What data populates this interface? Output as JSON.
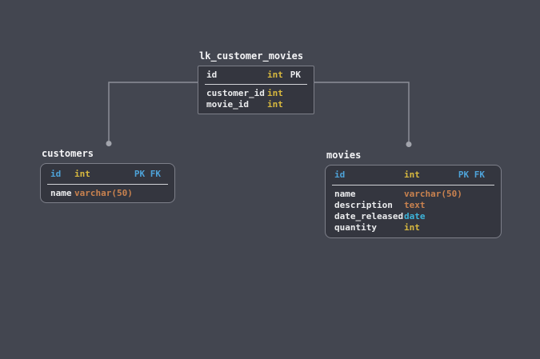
{
  "colors": {
    "background": "#434650",
    "table_bg": "#34363f",
    "table_border": "#7d7f89",
    "divider": "#d2d3d7",
    "connector_line": "#8c8e97",
    "connector_dot": "#a2a4ac",
    "text": "#ebecee",
    "title": "#f4f4f6",
    "blue": "#4ea3d9",
    "yellow": "#d8b93f",
    "orange": "#c9824f",
    "cyan": "#3db4da"
  },
  "diagram": {
    "tables": [
      {
        "title": "lk_customer_movies",
        "header": {
          "name": "id",
          "type": "int",
          "keys": "PK"
        },
        "rows": [
          {
            "name": "customer_id",
            "type": "int"
          },
          {
            "name": "movie_id",
            "type": "int"
          }
        ]
      },
      {
        "title": "customers",
        "header": {
          "name": "id",
          "type": "int",
          "keys": "PK FK"
        },
        "rows": [
          {
            "name": "name",
            "type": "varchar(50)"
          }
        ]
      },
      {
        "title": "movies",
        "header": {
          "name": "id",
          "type": "int",
          "keys": "PK FK"
        },
        "rows": [
          {
            "name": "name",
            "type": "varchar(50)"
          },
          {
            "name": "description",
            "type": "text"
          },
          {
            "name": "date_released",
            "type": "date"
          },
          {
            "name": "quantity",
            "type": "int"
          }
        ]
      }
    ],
    "relationships": [
      {
        "from": "lk_customer_movies",
        "to": "customers"
      },
      {
        "from": "lk_customer_movies",
        "to": "movies"
      }
    ]
  }
}
